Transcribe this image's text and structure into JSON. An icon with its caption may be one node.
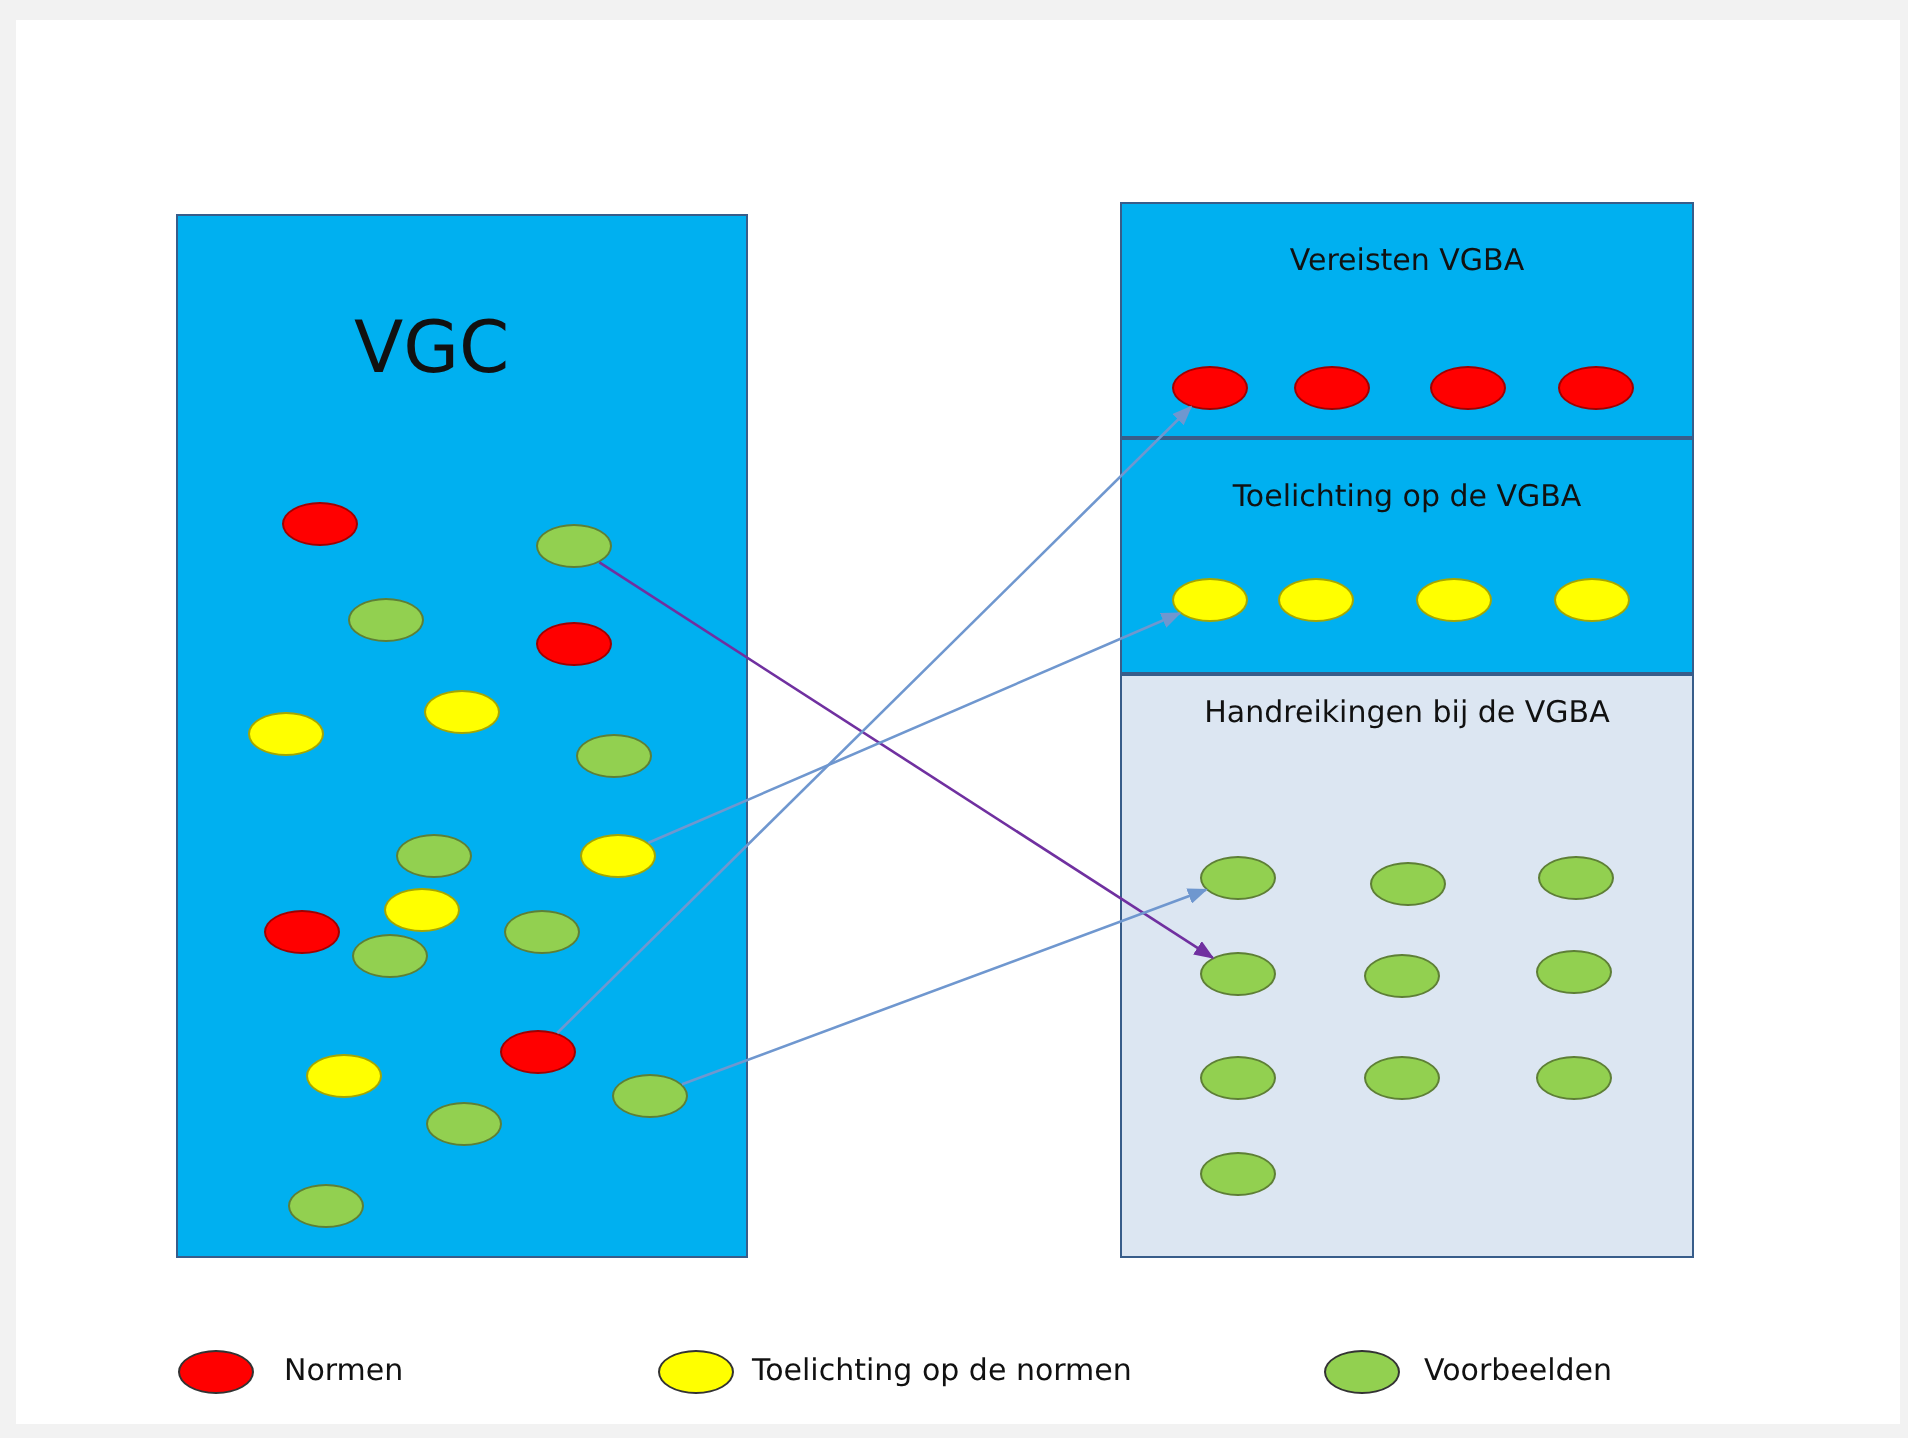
{
  "diagram": {
    "nodes": [
      {
        "text": [
          "VGC"
        ]
      },
      {
        "text": [],
        "shape": "ellipse",
        "in": 0
      },
      {
        "text": [],
        "shape": "ellipse",
        "in": 0
      },
      {
        "text": [],
        "shape": "ellipse",
        "in": 0
      },
      {
        "text": [],
        "shape": "ellipse",
        "in": 0
      },
      {
        "text": [],
        "shape": "ellipse",
        "in": 0
      },
      {
        "text": [],
        "shape": "ellipse",
        "in": 0
      },
      {
        "text": [],
        "shape": "ellipse",
        "in": 0
      },
      {
        "text": [],
        "shape": "ellipse",
        "in": 0
      },
      {
        "text": [],
        "shape": "ellipse",
        "in": 0
      },
      {
        "text": [],
        "shape": "ellipse",
        "in": 0
      },
      {
        "text": [],
        "shape": "ellipse",
        "in": 0
      },
      {
        "text": [],
        "shape": "ellipse",
        "in": 0
      },
      {
        "text": [],
        "shape": "ellipse",
        "in": 0
      },
      {
        "text": [],
        "shape": "ellipse",
        "in": 0
      },
      {
        "text": [],
        "shape": "ellipse",
        "in": 0
      },
      {
        "text": [],
        "shape": "ellipse",
        "in": 0
      },
      {
        "text": [],
        "shape": "ellipse",
        "in": 0
      },
      {
        "text": [],
        "shape": "ellipse",
        "in": 0
      },
      {
        "text": [
          "Vereisten VGBA"
        ]
      },
      {
        "text": [],
        "shape": "ellipse",
        "in": 19
      },
      {
        "text": [],
        "shape": "ellipse",
        "in": 19
      },
      {
        "text": [],
        "shape": "ellipse",
        "in": 19
      },
      {
        "text": [],
        "shape": "ellipse",
        "in": 19
      },
      {
        "text": [
          "Toelichting op de VGBA"
        ]
      },
      {
        "text": [],
        "shape": "ellipse",
        "in": 24
      },
      {
        "text": [],
        "shape": "ellipse",
        "in": 24
      },
      {
        "text": [],
        "shape": "ellipse",
        "in": 24
      },
      {
        "text": [],
        "shape": "ellipse",
        "in": 24
      },
      {
        "text": [
          "Handreikingen bij de VGBA"
        ]
      },
      {
        "text": [],
        "shape": "ellipse",
        "in": 29
      },
      {
        "text": [],
        "shape": "ellipse",
        "in": 29
      },
      {
        "text": [],
        "shape": "ellipse",
        "in": 29
      },
      {
        "text": [],
        "shape": "ellipse",
        "in": 29
      },
      {
        "text": [],
        "shape": "ellipse",
        "in": 29
      },
      {
        "text": [],
        "shape": "ellipse",
        "in": 29
      },
      {
        "text": [],
        "shape": "ellipse",
        "in": 29
      },
      {
        "text": [],
        "shape": "ellipse",
        "in": 29
      },
      {
        "text": [],
        "shape": "ellipse",
        "in": 29
      },
      {
        "text": [],
        "shape": "ellipse",
        "in": 29
      }
    ],
    "edges": [
      {
        "from": 2,
        "to": 33,
        "arrow": "to",
        "color": "#7030a0"
      },
      {
        "from": 9,
        "to": 25,
        "arrow": "to"
      },
      {
        "from": 14,
        "to": 20,
        "arrow": "to"
      },
      {
        "from": 16,
        "to": 30,
        "arrow": "to"
      }
    ],
    "legend": [
      {
        "text": "Normen",
        "color": "#ff0000"
      },
      {
        "text": "Toelichting op de normen",
        "color": "#ffff00"
      },
      {
        "text": "Voorbeelden",
        "color": "#92d050"
      }
    ]
  }
}
